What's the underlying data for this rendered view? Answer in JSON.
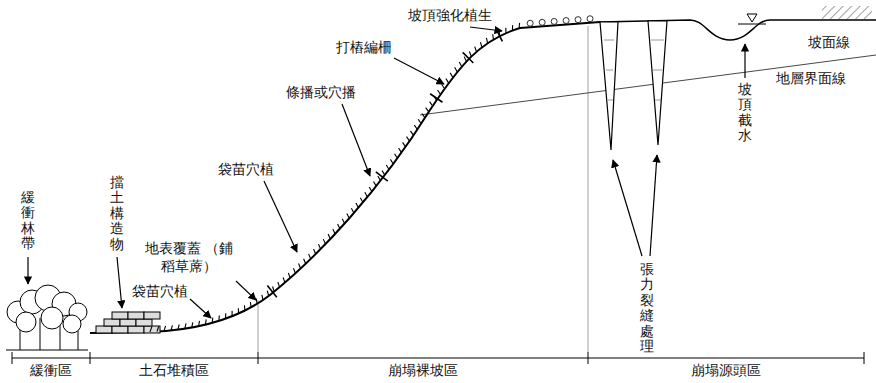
{
  "diagram": {
    "labels": [
      "緩衝林帶",
      "擋土構造物",
      "袋苗穴植",
      "地表覆蓋 （鋪稻草蓆）",
      "袋苗穴植",
      "條播或穴播",
      "打樁編柵",
      "坡頂強化植生",
      "張力裂縫處理",
      "坡頂截水",
      "坡面線",
      "地層界面線",
      "緩衝區",
      "土石堆積區",
      "崩塌裸坡區",
      "崩塌源頭區"
    ]
  }
}
